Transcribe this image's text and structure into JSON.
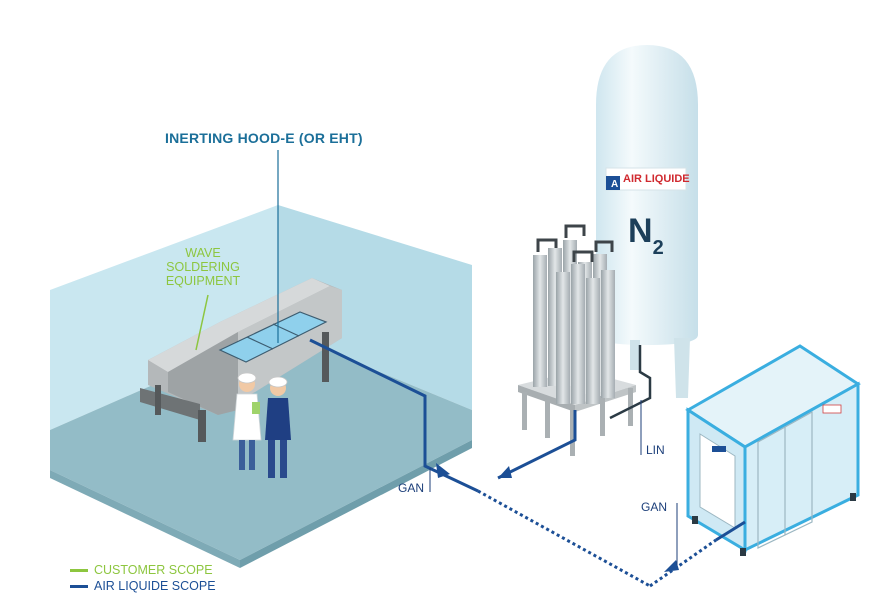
{
  "labels": {
    "hood": "INERTING HOOD-E (OR EHT)",
    "wave_line1": "WAVE",
    "wave_line2": "SOLDERING",
    "wave_line3": "EQUIPMENT",
    "tank_brand": "AIR LIQUIDE",
    "tank_gas": "N",
    "tank_gas_sub": "2",
    "lin": "LIN",
    "gan_left": "GAN",
    "gan_right": "GAN"
  },
  "legend": [
    {
      "label": "CUSTOMER SCOPE",
      "color": "#8dc63f"
    },
    {
      "label": "AIR LIQUIDE SCOPE",
      "color": "#1c4f96"
    }
  ],
  "colors": {
    "room_wall": "#bfe2ec",
    "room_floor": "#8fb7c2",
    "pipe": "#1c4f96",
    "callout_line": "#1b6f99",
    "customer": "#8dc63f",
    "tank": "#e6f3f8",
    "generator": "#dbeff7",
    "generator_frame": "#3aaee0"
  }
}
